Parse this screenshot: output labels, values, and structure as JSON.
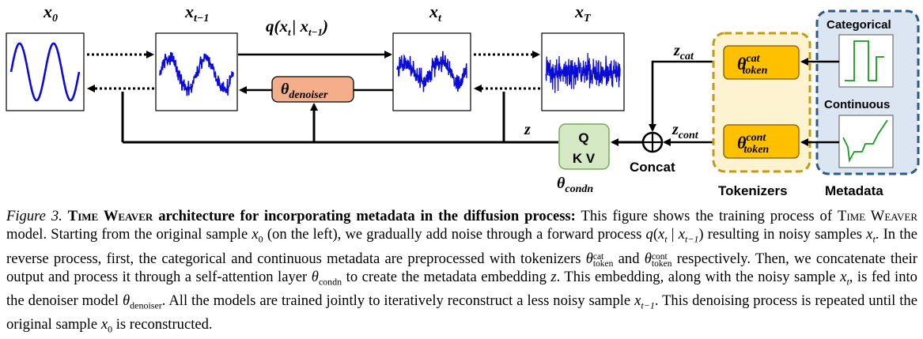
{
  "diagram": {
    "labels": {
      "x0": "x",
      "x0_sub": "0",
      "xt1": "x",
      "xt1_sub": "t−1",
      "xt": "x",
      "xt_sub": "t",
      "xT": "x",
      "xT_sub": "T",
      "forward": "q(x",
      "forward_sub1": "t",
      "forward_mid": "| x",
      "forward_sub2": "t−1",
      "forward_close": ")",
      "z": "z",
      "z_cat": "z",
      "z_cat_sub": "cat",
      "z_cont": "z",
      "z_cont_sub": "cont"
    },
    "blocks": {
      "denoiser": "θ",
      "denoiser_sub": "denoiser",
      "attn_q": "Q",
      "attn_kv": "K V",
      "condn": "θ",
      "condn_sub": "condn",
      "concat": "Concat",
      "tok_cat": "θ",
      "tok_cat_sup": "cat",
      "tok_cat_sub": "token",
      "tok_cont": "θ",
      "tok_cont_sup": "cont",
      "tok_cont_sub": "token",
      "tokenizers": "Tokenizers",
      "metadata": "Metadata",
      "categorical": "Categorical",
      "continuous": "Continuous"
    },
    "colors": {
      "signal": "#0b0bd6",
      "denoiser_fill": "#f4ae8a",
      "attn_fill": "#d4e8c4",
      "attn_stroke": "#78a85a",
      "token_fill": "#ffc000",
      "tokenizer_bg": "#fef3d0",
      "tokenizer_border": "#c49a12",
      "metadata_bg": "#dbe6f2",
      "metadata_border": "#2e5a86",
      "meta_plot": "#1a9a1a"
    }
  },
  "caption": {
    "fig_label": "Figure 3.",
    "title_sc": "Time Weaver",
    "title_rest": " architecture for incorporating metadata in the diffusion process:",
    "s1": " This figure shows the training process of ",
    "model_sc": "Time Weaver",
    "s2": " model. Starting from the original sample ",
    "x": "x",
    "zero": "0",
    "s3": " (on the left), we gradually add noise through a forward process ",
    "q": "q",
    "paren_open": "(",
    "t": "t",
    "bar": " | ",
    "tm1": "t−1",
    "paren_close": ")",
    "s4": " resulting in noisy samples ",
    "s5": ". In the reverse process, first, the categorical and continuous metadata are preprocessed with tokenizers ",
    "theta": "θ",
    "cat": "cat",
    "token": "token",
    "and": " and ",
    "cont": "cont",
    "s6": " respectively. Then, we concatenate their output and process it through a self-attention layer ",
    "condn": "condn",
    "s7": " to create the metadata embedding ",
    "z": "z",
    "s8": ". This embedding, along with the noisy sample ",
    "s9": ", is fed into the denoiser model ",
    "denoiser": "denoiser",
    "s10": ". All the models are trained jointly to iteratively reconstruct a less noisy sample ",
    "s11": ". This denoising process is repeated until the original sample ",
    "s12": " is reconstructed."
  }
}
